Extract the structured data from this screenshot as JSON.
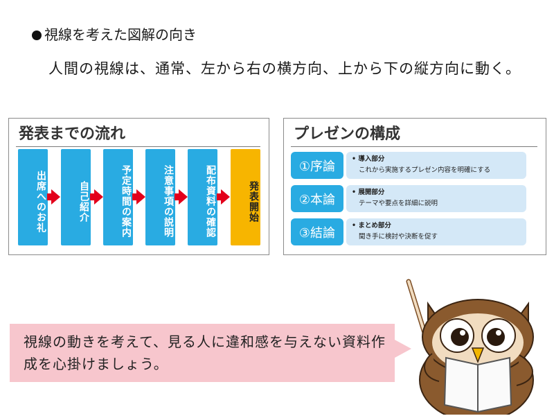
{
  "heading": "視線を考えた図解の向き",
  "intro": "人間の視線は、通常、左から右の横方向、上から下の縦方向に動く。",
  "left_panel": {
    "title": "発表までの流れ",
    "steps": [
      "出席へのお礼",
      "自己紹介",
      "予定時間の案内",
      "注意事項の説明",
      "配布資料の確認",
      "発表開始"
    ]
  },
  "right_panel": {
    "title": "プレゼンの構成",
    "rows": [
      {
        "label": "①序論",
        "bullet": "• 導入部分",
        "desc": "これから実施するプレゼン内容を明確にする"
      },
      {
        "label": "②本論",
        "bullet": "• 展開部分",
        "desc": "テーマや要点を詳細に説明"
      },
      {
        "label": "③結論",
        "bullet": "• まとめ部分",
        "desc": "聞き手に検討や決断を促す"
      }
    ]
  },
  "callout": "視線の動きを考えて、見る人に違和感を与えない資料作成を心掛けましょう。",
  "colors": {
    "flow_blue": "#29abe2",
    "flow_final": "#f7b500",
    "arrow_red": "#e3001b",
    "row_body": "#d4e8f7",
    "callout_bg": "#f7c6cd"
  },
  "icons": {
    "bullet": "black-circle-icon",
    "mascot": "owl-teacher-illustration"
  }
}
